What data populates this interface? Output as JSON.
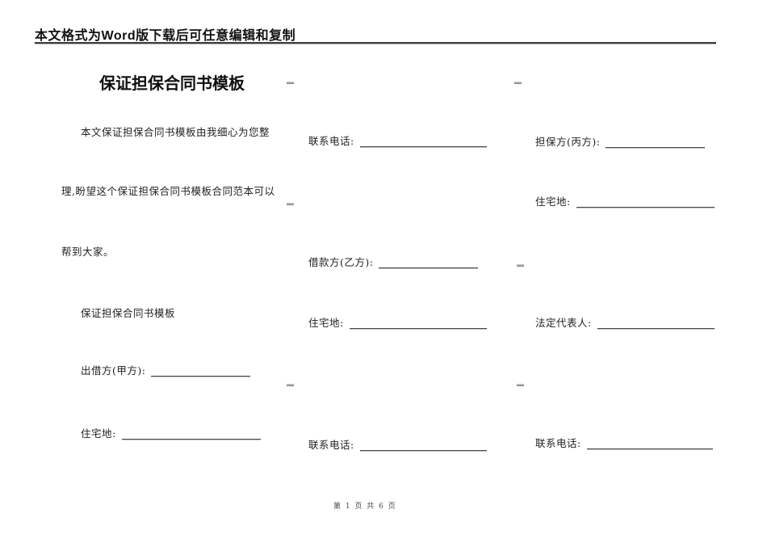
{
  "header": {
    "notice": "本文格式为Word版下载后可任意编辑和复制"
  },
  "document": {
    "title": "保证担保合同书模板",
    "intro_lines": [
      "本文保证担保合同书模板由我细心为您整",
      "理,盼望这个保证担保合同书模板合同范本可以",
      "帮到大家。"
    ],
    "subtitle": "保证担保合同书模板"
  },
  "columns": {
    "left": {
      "fields": [
        {
          "label": "出借方(甲方):",
          "value": ""
        },
        {
          "label": "住宅地:",
          "value": ""
        }
      ]
    },
    "middle": {
      "fields": [
        {
          "label": "联系电话:",
          "value": ""
        },
        {
          "label": "借款方(乙方):",
          "value": ""
        },
        {
          "label": "住宅地:",
          "value": ""
        },
        {
          "label": "联系电话:",
          "value": ""
        }
      ]
    },
    "right": {
      "fields": [
        {
          "label": "担保方(丙方):",
          "value": ""
        },
        {
          "label": "住宅地:",
          "value": ""
        },
        {
          "label": "法定代表人:",
          "value": ""
        },
        {
          "label": "联系电话:",
          "value": ""
        }
      ]
    }
  },
  "footer": {
    "page_indicator": "第 1 页 共 6 页"
  },
  "colors": {
    "text": "#1c1c1c",
    "header_rule_dark": "#3d3d3d",
    "header_rule_light": "#b5b5b5",
    "blank_line": "#4a4a4a",
    "dash_mark": "#7a7a7a",
    "footer_text": "#4a4a4a"
  }
}
